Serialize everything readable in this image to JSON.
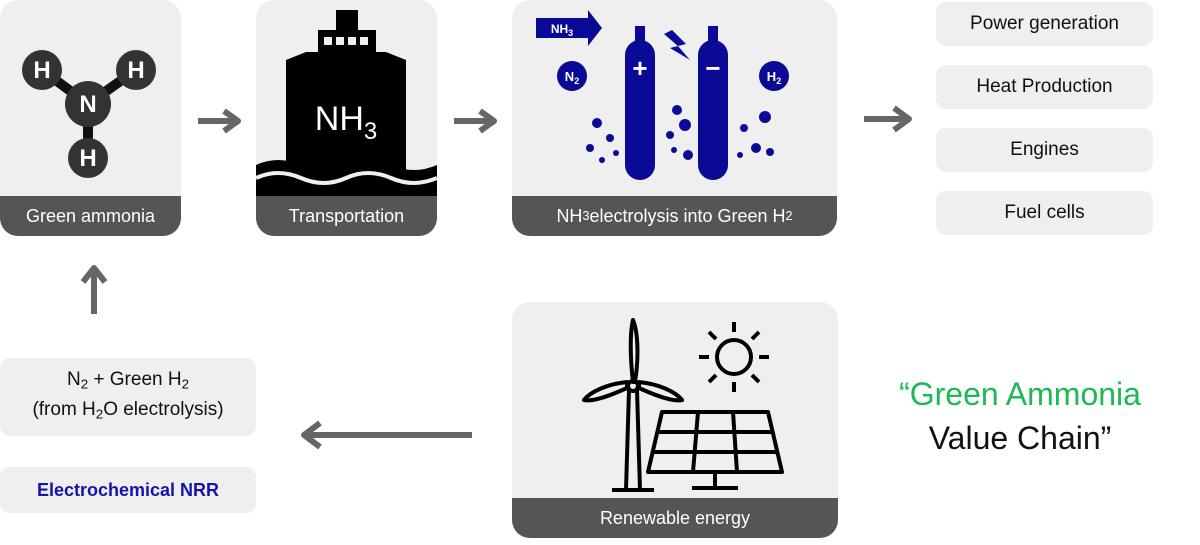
{
  "steps": {
    "green_ammonia": {
      "label": "Green ammonia",
      "atom_center": "N",
      "atom_outer": "H"
    },
    "transportation": {
      "label": "Transportation",
      "ship_text": "NH",
      "ship_sub": "3"
    },
    "electrolysis": {
      "label_pre": "NH",
      "label_sub1": "3",
      "label_mid": " electrolysis into Green H",
      "label_sub2": "2",
      "nh3_tag": "NH",
      "nh3_sub": "3",
      "n2": "N",
      "n2_sub": "2",
      "h2": "H",
      "h2_sub": "2",
      "plus": "+",
      "minus": "−"
    },
    "renewable": {
      "label": "Renewable energy"
    }
  },
  "applications": [
    "Power generation",
    "Heat Production",
    "Engines",
    "Fuel cells"
  ],
  "feed": {
    "line1_a": "N",
    "line1_sub": "2",
    "line1_b": " + Green H",
    "line1_sub2": "2",
    "line2_a": "(from H",
    "line2_sub": "2",
    "line2_b": "O electrolysis)"
  },
  "nrr_label": "Electrochemical NRR",
  "title": {
    "open": "“",
    "line1": "Green Ammonia",
    "line2": "Value Chain",
    "close": "”"
  },
  "colors": {
    "accent_green": "#1db954",
    "accent_blue": "#0a0a96",
    "label_bg": "#555555",
    "card_bg": "#efefef"
  }
}
